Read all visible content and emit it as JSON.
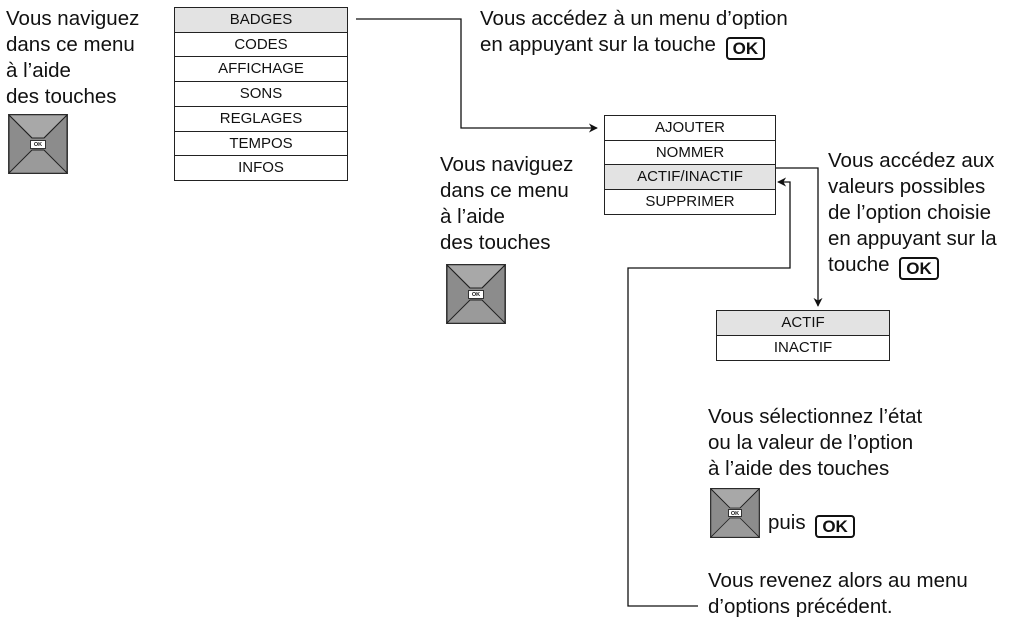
{
  "main_menu": {
    "items": [
      "BADGES",
      "CODES",
      "AFFICHAGE",
      "SONS",
      "REGLAGES",
      "TEMPOS",
      "INFOS"
    ],
    "selected_index": 0
  },
  "option_menu": {
    "items": [
      "AJOUTER",
      "NOMMER",
      "ACTIF/INACTIF",
      "SUPPRIMER"
    ],
    "selected_index": 2
  },
  "value_menu": {
    "items": [
      "ACTIF",
      "INACTIF"
    ],
    "selected_index": 0
  },
  "text": {
    "nav_main": [
      "Vous naviguez",
      "dans ce menu",
      "à l’aide",
      "des touches"
    ],
    "access_option": [
      "Vous accédez à un menu d’option",
      "en appuyant sur la touche"
    ],
    "nav_option": [
      "Vous naviguez",
      "dans ce menu",
      "à l’aide",
      "des touches"
    ],
    "access_values": [
      "Vous accédez aux",
      "valeurs possibles",
      "de l’option choisie",
      "en appuyant sur la",
      "touche"
    ],
    "select_value": [
      "Vous sélectionnez l’état",
      "ou la valeur de l’option",
      "à l’aide des touches"
    ],
    "then": "puis",
    "return": [
      "Vous revenez alors au menu",
      "d’options précédent."
    ]
  },
  "ok_key": "OK",
  "keypad_label": "OK",
  "colors": {
    "selected_bg": "#e3e3e3",
    "keypad_side": "#8c8c8c",
    "keypad_top": "#a8a8a8",
    "keypad_bottom": "#9a9a9a"
  }
}
